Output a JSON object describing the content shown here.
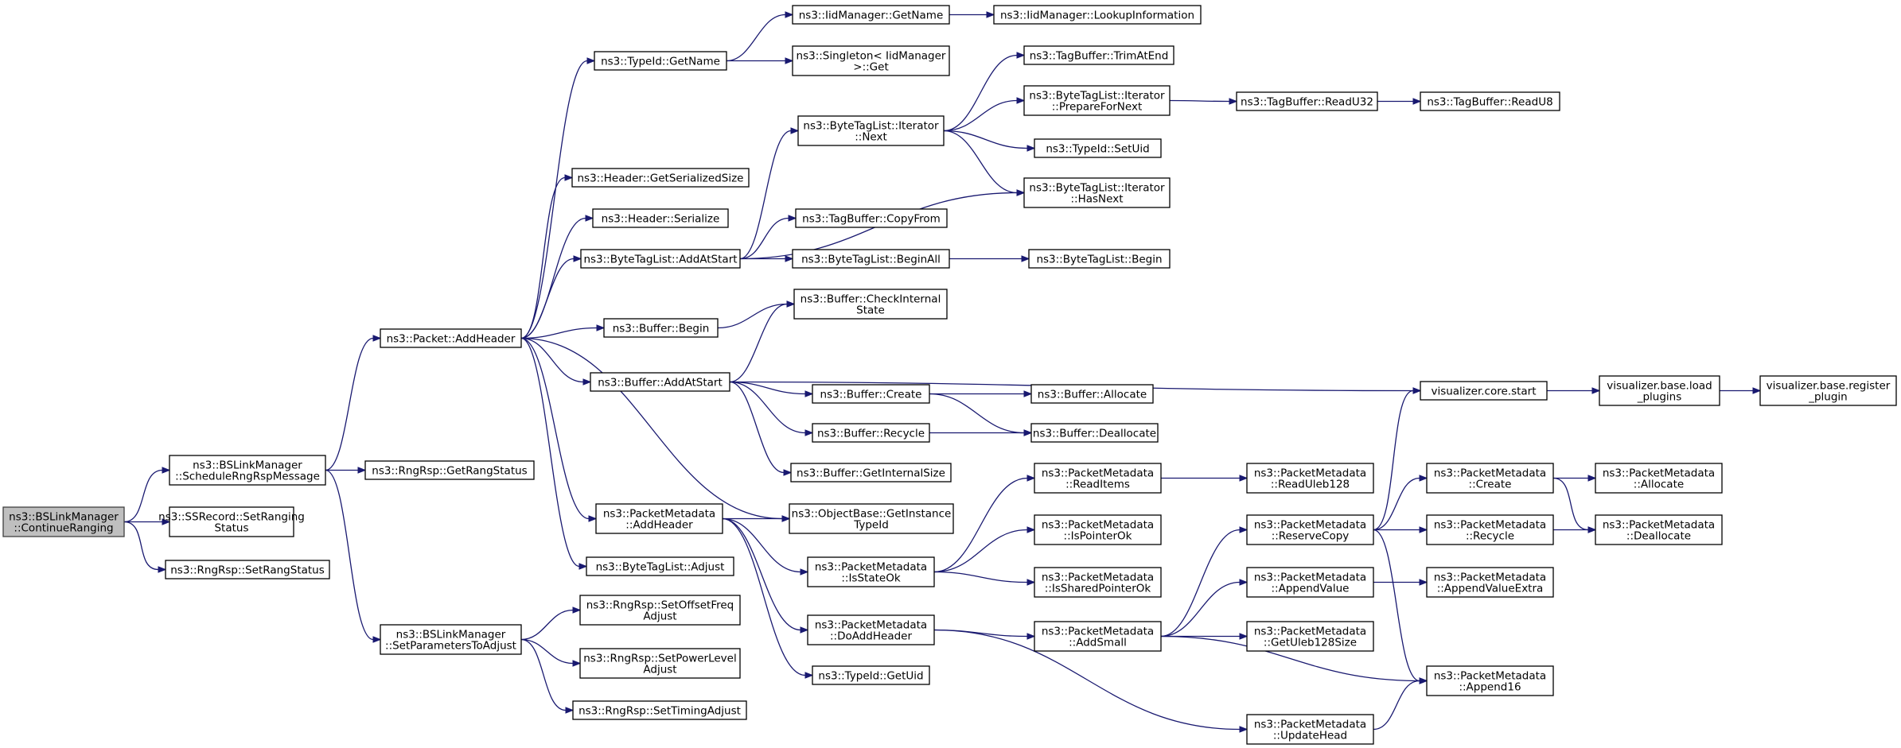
{
  "graph": {
    "nodes": [
      {
        "id": "continue_ranging",
        "lines": [
          "ns3::BSLinkManager",
          "::ContinueRanging"
        ],
        "root": true
      },
      {
        "id": "schedule_rngrsp",
        "lines": [
          "ns3::BSLinkManager",
          "::ScheduleRngRspMessage"
        ]
      },
      {
        "id": "ssrecord_setranging",
        "lines": [
          "ns3::SSRecord::SetRanging",
          "Status"
        ]
      },
      {
        "id": "rngrsp_setrangstatus",
        "lines": [
          "ns3::RngRsp::SetRangStatus"
        ]
      },
      {
        "id": "packet_addheader",
        "lines": [
          "ns3::Packet::AddHeader"
        ]
      },
      {
        "id": "rngrsp_getrangstatus",
        "lines": [
          "ns3::RngRsp::GetRangStatus"
        ]
      },
      {
        "id": "set_params_adjust",
        "lines": [
          "ns3::BSLinkManager",
          "::SetParametersToAdjust"
        ]
      },
      {
        "id": "typeid_getname",
        "lines": [
          "ns3::TypeId::GetName"
        ]
      },
      {
        "id": "header_getserializedsize",
        "lines": [
          "ns3::Header::GetSerializedSize"
        ]
      },
      {
        "id": "header_serialize",
        "lines": [
          "ns3::Header::Serialize"
        ]
      },
      {
        "id": "bytetaglist_addatstart",
        "lines": [
          "ns3::ByteTagList::AddAtStart"
        ]
      },
      {
        "id": "buffer_begin",
        "lines": [
          "ns3::Buffer::Begin"
        ]
      },
      {
        "id": "buffer_addatstart",
        "lines": [
          "ns3::Buffer::AddAtStart"
        ]
      },
      {
        "id": "pm_addheader",
        "lines": [
          "ns3::PacketMetadata",
          "::AddHeader"
        ]
      },
      {
        "id": "bytetaglist_adjust",
        "lines": [
          "ns3::ByteTagList::Adjust"
        ]
      },
      {
        "id": "rngrsp_setoffsetfreq",
        "lines": [
          "ns3::RngRsp::SetOffsetFreq",
          "Adjust"
        ]
      },
      {
        "id": "rngrsp_setpowerlevel",
        "lines": [
          "ns3::RngRsp::SetPowerLevel",
          "Adjust"
        ]
      },
      {
        "id": "rngrsp_settiming",
        "lines": [
          "ns3::RngRsp::SetTimingAdjust"
        ]
      },
      {
        "id": "iidmanager_getname",
        "lines": [
          "ns3::IidManager::GetName"
        ]
      },
      {
        "id": "singleton_get",
        "lines": [
          "ns3::Singleton< IidManager",
          ">::Get"
        ]
      },
      {
        "id": "iidmanager_lookup",
        "lines": [
          "ns3::IidManager::LookupInformation"
        ]
      },
      {
        "id": "btl_iter_next",
        "lines": [
          "ns3::ByteTagList::Iterator",
          "::Next"
        ]
      },
      {
        "id": "tagbuffer_copyfrom",
        "lines": [
          "ns3::TagBuffer::CopyFrom"
        ]
      },
      {
        "id": "btl_beginall",
        "lines": [
          "ns3::ByteTagList::BeginAll"
        ]
      },
      {
        "id": "buffer_checkinternal",
        "lines": [
          "ns3::Buffer::CheckInternal",
          "State"
        ]
      },
      {
        "id": "buffer_create",
        "lines": [
          "ns3::Buffer::Create"
        ]
      },
      {
        "id": "buffer_recycle",
        "lines": [
          "ns3::Buffer::Recycle"
        ]
      },
      {
        "id": "buffer_getinternalsize",
        "lines": [
          "ns3::Buffer::GetInternalSize"
        ]
      },
      {
        "id": "objectbase_getinstance",
        "lines": [
          "ns3::ObjectBase::GetInstance",
          "TypeId"
        ]
      },
      {
        "id": "pm_isstateok",
        "lines": [
          "ns3::PacketMetadata",
          "::IsStateOk"
        ]
      },
      {
        "id": "pm_doaddheader",
        "lines": [
          "ns3::PacketMetadata",
          "::DoAddHeader"
        ]
      },
      {
        "id": "typeid_getuid",
        "lines": [
          "ns3::TypeId::GetUid"
        ]
      },
      {
        "id": "tagbuffer_trimatend",
        "lines": [
          "ns3::TagBuffer::TrimAtEnd"
        ]
      },
      {
        "id": "btl_iter_prepare",
        "lines": [
          "ns3::ByteTagList::Iterator",
          "::PrepareForNext"
        ]
      },
      {
        "id": "typeid_setuid",
        "lines": [
          "ns3::TypeId::SetUid"
        ]
      },
      {
        "id": "btl_iter_hasnext",
        "lines": [
          "ns3::ByteTagList::Iterator",
          "::HasNext"
        ]
      },
      {
        "id": "btl_begin",
        "lines": [
          "ns3::ByteTagList::Begin"
        ]
      },
      {
        "id": "buffer_allocate",
        "lines": [
          "ns3::Buffer::Allocate"
        ]
      },
      {
        "id": "buffer_deallocate",
        "lines": [
          "ns3::Buffer::Deallocate"
        ]
      },
      {
        "id": "pm_readitems",
        "lines": [
          "ns3::PacketMetadata",
          "::ReadItems"
        ]
      },
      {
        "id": "pm_ispointerok",
        "lines": [
          "ns3::PacketMetadata",
          "::IsPointerOk"
        ]
      },
      {
        "id": "pm_issharedpointerok",
        "lines": [
          "ns3::PacketMetadata",
          "::IsSharedPointerOk"
        ]
      },
      {
        "id": "pm_addsmall",
        "lines": [
          "ns3::PacketMetadata",
          "::AddSmall"
        ]
      },
      {
        "id": "tagbuffer_readu32",
        "lines": [
          "ns3::TagBuffer::ReadU32"
        ]
      },
      {
        "id": "tagbuffer_readu8",
        "lines": [
          "ns3::TagBuffer::ReadU8"
        ]
      },
      {
        "id": "visualizer_core_start",
        "lines": [
          "visualizer.core.start"
        ]
      },
      {
        "id": "pm_readuleb128",
        "lines": [
          "ns3::PacketMetadata",
          "::ReadUleb128"
        ]
      },
      {
        "id": "pm_reservecopy",
        "lines": [
          "ns3::PacketMetadata",
          "::ReserveCopy"
        ]
      },
      {
        "id": "pm_appendvalue",
        "lines": [
          "ns3::PacketMetadata",
          "::AppendValue"
        ]
      },
      {
        "id": "pm_getuleb128size",
        "lines": [
          "ns3::PacketMetadata",
          "::GetUleb128Size"
        ]
      },
      {
        "id": "pm_updatehead",
        "lines": [
          "ns3::PacketMetadata",
          "::UpdateHead"
        ]
      },
      {
        "id": "visualizer_load_plugins",
        "lines": [
          "visualizer.base.load",
          "_plugins"
        ]
      },
      {
        "id": "pm_create",
        "lines": [
          "ns3::PacketMetadata",
          "::Create"
        ]
      },
      {
        "id": "pm_recycle",
        "lines": [
          "ns3::PacketMetadata",
          "::Recycle"
        ]
      },
      {
        "id": "pm_appendvalueextra",
        "lines": [
          "ns3::PacketMetadata",
          "::AppendValueExtra"
        ]
      },
      {
        "id": "pm_append16",
        "lines": [
          "ns3::PacketMetadata",
          "::Append16"
        ]
      },
      {
        "id": "visualizer_register_plugin",
        "lines": [
          "visualizer.base.register",
          "_plugin"
        ]
      },
      {
        "id": "pm_allocate",
        "lines": [
          "ns3::PacketMetadata",
          "::Allocate"
        ]
      },
      {
        "id": "pm_deallocate",
        "lines": [
          "ns3::PacketMetadata",
          "::Deallocate"
        ]
      }
    ],
    "edges": [
      [
        "continue_ranging",
        "schedule_rngrsp"
      ],
      [
        "continue_ranging",
        "ssrecord_setranging"
      ],
      [
        "continue_ranging",
        "rngrsp_setrangstatus"
      ],
      [
        "schedule_rngrsp",
        "packet_addheader"
      ],
      [
        "schedule_rngrsp",
        "rngrsp_getrangstatus"
      ],
      [
        "schedule_rngrsp",
        "set_params_adjust"
      ],
      [
        "packet_addheader",
        "typeid_getname"
      ],
      [
        "packet_addheader",
        "header_getserializedsize"
      ],
      [
        "packet_addheader",
        "header_serialize"
      ],
      [
        "packet_addheader",
        "bytetaglist_addatstart"
      ],
      [
        "packet_addheader",
        "buffer_begin"
      ],
      [
        "packet_addheader",
        "buffer_addatstart"
      ],
      [
        "packet_addheader",
        "objectbase_getinstance"
      ],
      [
        "packet_addheader",
        "pm_addheader"
      ],
      [
        "packet_addheader",
        "bytetaglist_adjust"
      ],
      [
        "set_params_adjust",
        "rngrsp_setoffsetfreq"
      ],
      [
        "set_params_adjust",
        "rngrsp_setpowerlevel"
      ],
      [
        "set_params_adjust",
        "rngrsp_settiming"
      ],
      [
        "typeid_getname",
        "iidmanager_getname"
      ],
      [
        "typeid_getname",
        "singleton_get"
      ],
      [
        "iidmanager_getname",
        "iidmanager_lookup"
      ],
      [
        "bytetaglist_addatstart",
        "btl_iter_next"
      ],
      [
        "bytetaglist_addatstart",
        "btl_iter_hasnext"
      ],
      [
        "bytetaglist_addatstart",
        "tagbuffer_copyfrom"
      ],
      [
        "bytetaglist_addatstart",
        "btl_beginall"
      ],
      [
        "btl_iter_next",
        "tagbuffer_trimatend"
      ],
      [
        "btl_iter_next",
        "btl_iter_prepare"
      ],
      [
        "btl_iter_next",
        "typeid_setuid"
      ],
      [
        "btl_iter_next",
        "btl_iter_hasnext"
      ],
      [
        "btl_iter_prepare",
        "tagbuffer_readu32"
      ],
      [
        "tagbuffer_readu32",
        "tagbuffer_readu8"
      ],
      [
        "btl_beginall",
        "btl_begin"
      ],
      [
        "buffer_begin",
        "buffer_checkinternal"
      ],
      [
        "buffer_addatstart",
        "buffer_checkinternal"
      ],
      [
        "buffer_addatstart",
        "visualizer_core_start"
      ],
      [
        "buffer_addatstart",
        "buffer_create"
      ],
      [
        "buffer_addatstart",
        "buffer_recycle"
      ],
      [
        "buffer_addatstart",
        "buffer_getinternalsize"
      ],
      [
        "buffer_create",
        "buffer_allocate"
      ],
      [
        "buffer_create",
        "buffer_deallocate"
      ],
      [
        "buffer_recycle",
        "buffer_deallocate"
      ],
      [
        "visualizer_core_start",
        "visualizer_load_plugins"
      ],
      [
        "visualizer_load_plugins",
        "visualizer_register_plugin"
      ],
      [
        "pm_addheader",
        "objectbase_getinstance"
      ],
      [
        "pm_addheader",
        "pm_isstateok"
      ],
      [
        "pm_addheader",
        "pm_doaddheader"
      ],
      [
        "pm_addheader",
        "typeid_getuid"
      ],
      [
        "pm_isstateok",
        "pm_readitems"
      ],
      [
        "pm_isstateok",
        "pm_ispointerok"
      ],
      [
        "pm_isstateok",
        "pm_issharedpointerok"
      ],
      [
        "pm_readitems",
        "pm_readuleb128"
      ],
      [
        "pm_doaddheader",
        "pm_addsmall"
      ],
      [
        "pm_doaddheader",
        "pm_updatehead"
      ],
      [
        "pm_addsmall",
        "pm_reservecopy"
      ],
      [
        "pm_addsmall",
        "pm_appendvalue"
      ],
      [
        "pm_addsmall",
        "pm_getuleb128size"
      ],
      [
        "pm_addsmall",
        "pm_append16"
      ],
      [
        "pm_reservecopy",
        "visualizer_core_start"
      ],
      [
        "pm_reservecopy",
        "pm_create"
      ],
      [
        "pm_reservecopy",
        "pm_recycle"
      ],
      [
        "pm_reservecopy",
        "pm_append16"
      ],
      [
        "pm_create",
        "pm_allocate"
      ],
      [
        "pm_create",
        "pm_deallocate"
      ],
      [
        "pm_recycle",
        "pm_deallocate"
      ],
      [
        "pm_appendvalue",
        "pm_appendvalueextra"
      ],
      [
        "pm_updatehead",
        "pm_append16"
      ]
    ]
  }
}
